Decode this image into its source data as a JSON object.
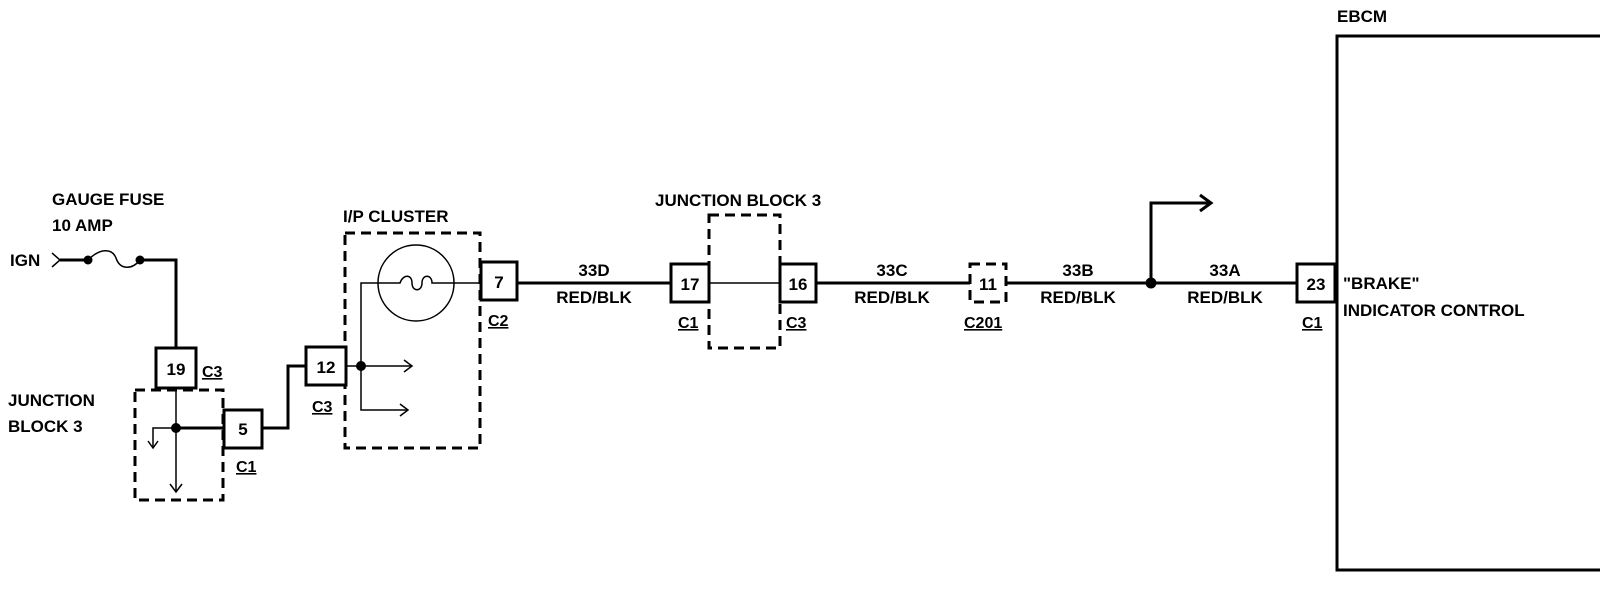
{
  "labels": {
    "ebcm": "EBCM",
    "gauge_fuse": "GAUGE FUSE",
    "fuse_rating": "10 AMP",
    "ign": "IGN",
    "ip_cluster": "I/P CLUSTER",
    "junction_block_top": "JUNCTION BLOCK 3",
    "junction_block_left_1": "JUNCTION",
    "junction_block_left_2": "BLOCK 3",
    "brake_indicator_1": "\"BRAKE\"",
    "brake_indicator_2": "INDICATOR CONTROL"
  },
  "pins": {
    "p19": "19",
    "p5": "5",
    "p12": "12",
    "p7": "7",
    "p17": "17",
    "p16": "16",
    "p11": "11",
    "p23": "23"
  },
  "connectors": {
    "c3_fuse": "C3",
    "c1_jb_left": "C1",
    "c3_cluster": "C3",
    "c2_cluster": "C2",
    "c1_jb": "C1",
    "c3_jb": "C3",
    "c201": "C201",
    "c1_ebcm": "C1"
  },
  "circuits": [
    {
      "id": "33D",
      "color": "RED/BLK"
    },
    {
      "id": "33C",
      "color": "RED/BLK"
    },
    {
      "id": "33B",
      "color": "RED/BLK"
    },
    {
      "id": "33A",
      "color": "RED/BLK"
    }
  ]
}
